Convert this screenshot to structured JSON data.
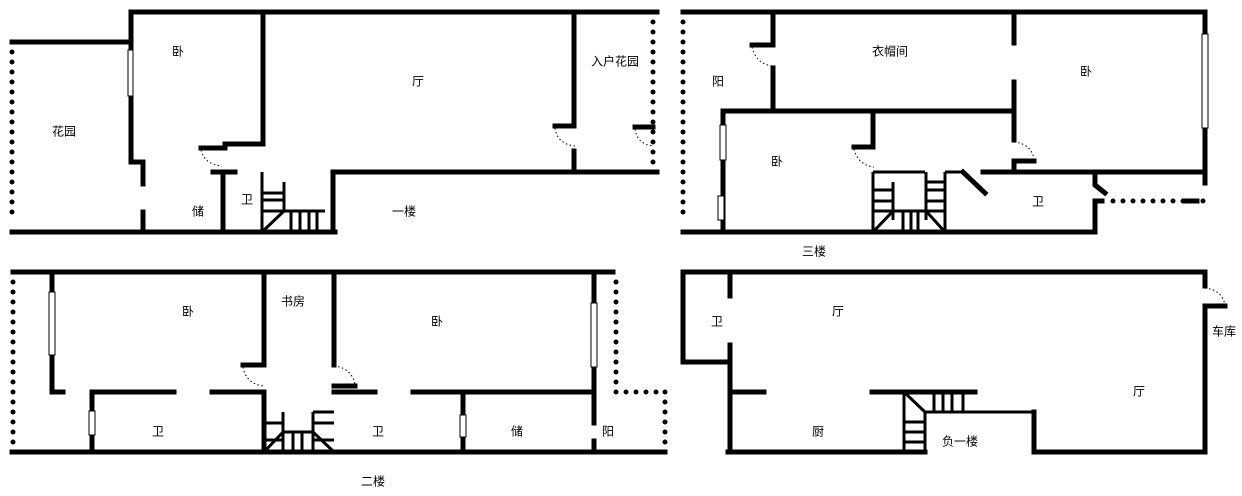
{
  "floors": {
    "first": {
      "title": "一楼",
      "rooms": {
        "bedroom": "卧",
        "garden": "花园",
        "living": "厅",
        "entry_garden": "入户花园",
        "storage": "储",
        "bath": "卫"
      }
    },
    "third": {
      "title": "三楼",
      "rooms": {
        "cloakroom": "衣帽间",
        "balcony": "阳",
        "bedroom_right": "卧",
        "bedroom_left": "卧",
        "bath": "卫"
      }
    },
    "second": {
      "title": "二楼",
      "rooms": {
        "bedroom_left": "卧",
        "study": "书房",
        "bedroom_right": "卧",
        "bath_left": "卫",
        "bath_right": "卫",
        "storage": "储",
        "balcony": "阳"
      }
    },
    "basement": {
      "title": "负一楼",
      "rooms": {
        "bath": "卫",
        "living_top": "厅",
        "garage": "车库",
        "living_right": "厅",
        "kitchen": "厨"
      }
    }
  }
}
